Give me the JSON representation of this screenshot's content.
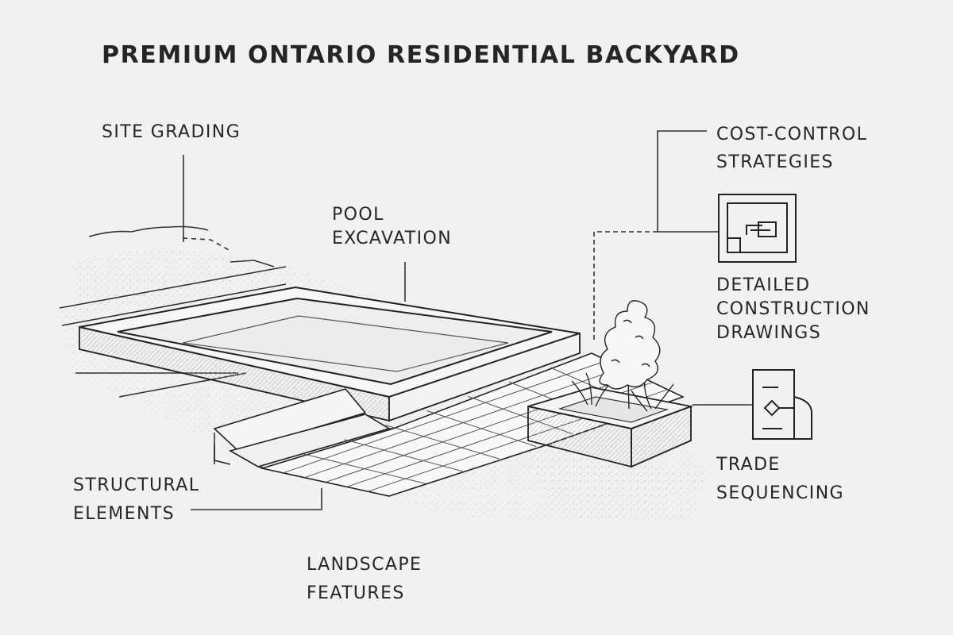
{
  "title": "PREMIUM ONTARIO RESIDENTIAL BACKYARD",
  "labels": {
    "site_grading": [
      "SITE GRADING"
    ],
    "pool_excavation": [
      "POOL",
      "EXCAVATION"
    ],
    "cost_control": [
      "COST-CONTROL",
      "STRATEGIES"
    ],
    "construction_drawings": [
      "DETAILED",
      "CONSTRUCTION",
      "DRAWINGS"
    ],
    "trade_sequencing": [
      "TRADE",
      "SEQUENCING"
    ],
    "structural_elements": [
      "STRUCTURAL",
      "ELEMENTS"
    ],
    "landscape_features": [
      "LANDSCAPE",
      "FEATURES"
    ]
  },
  "colors": {
    "background": "#f1f1ef",
    "ink": "#262626",
    "pool_fill": "#ececea"
  },
  "icons": [
    "floor-plan-icon",
    "sequencing-document-icon",
    "tree-illustration",
    "planter-grass-illustration"
  ]
}
